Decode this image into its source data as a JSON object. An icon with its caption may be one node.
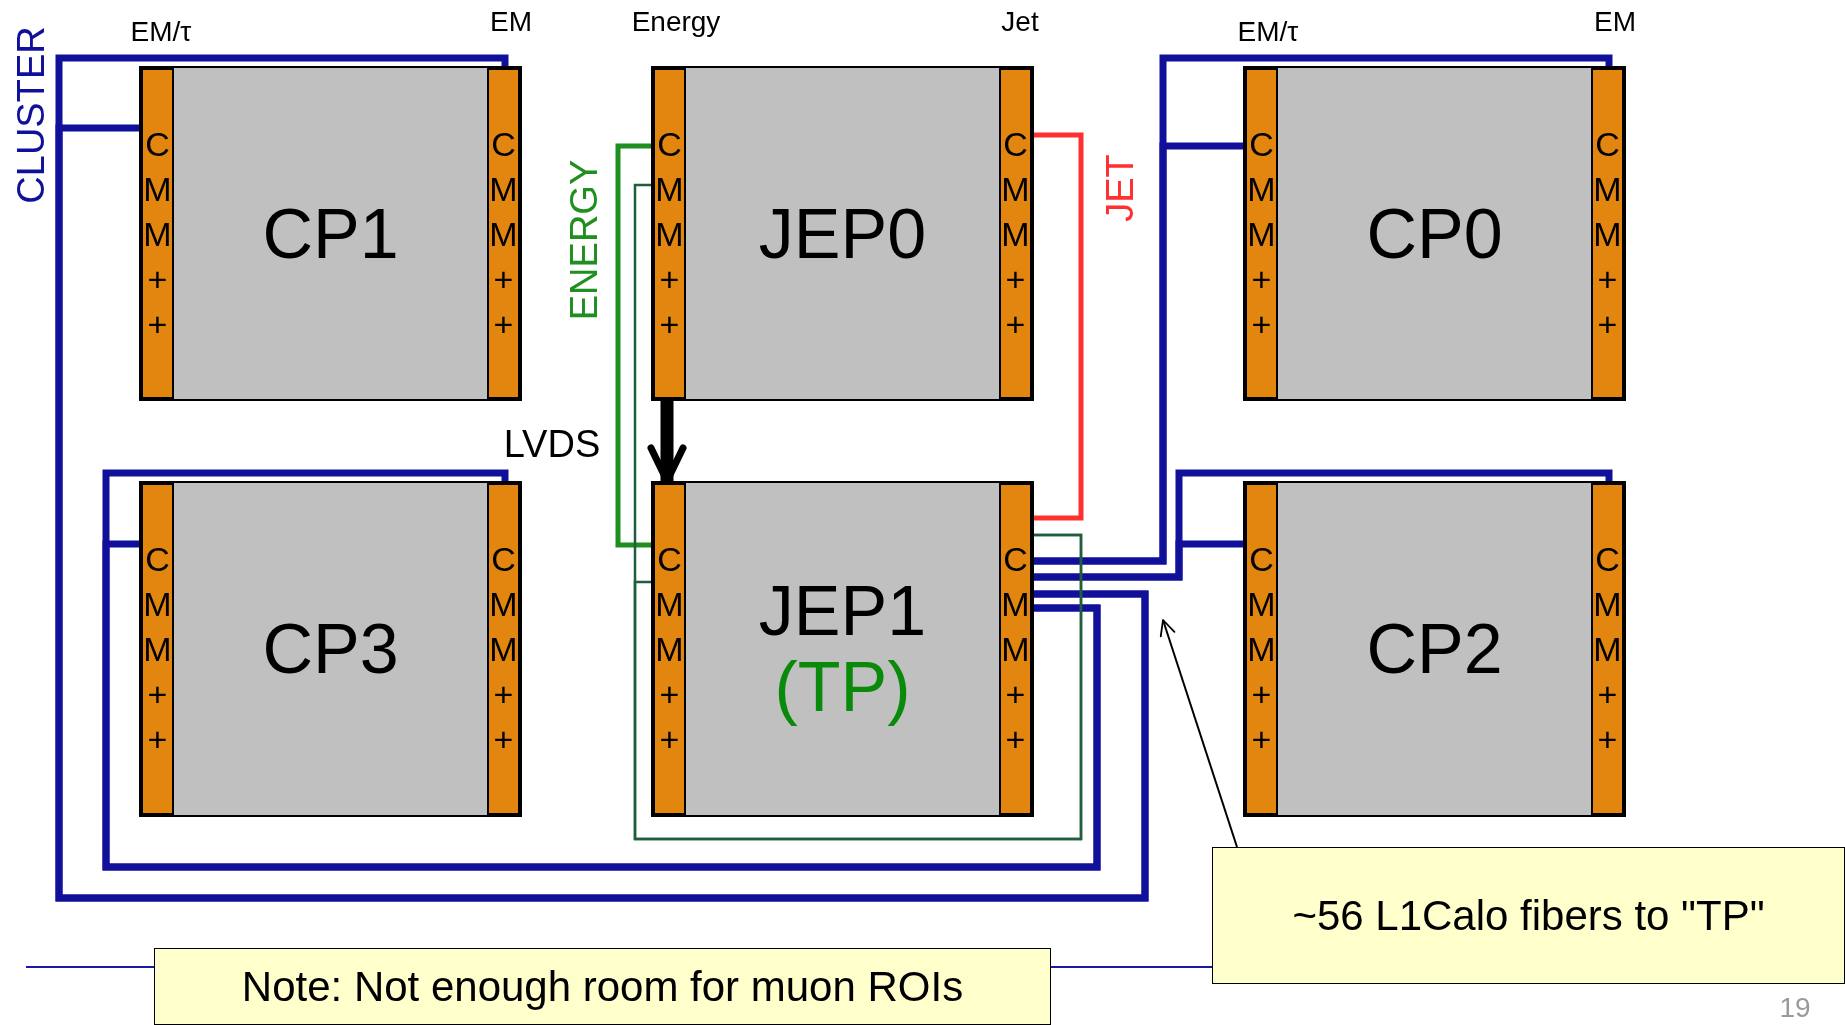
{
  "diagram": {
    "nodes": [
      {
        "text": [
          "CP1"
        ]
      },
      {
        "text": [
          "CMM++"
        ],
        "in": 0,
        "beside": [
          "EM/τ"
        ]
      },
      {
        "text": [
          "CMM++"
        ],
        "in": 0,
        "beside": [
          "EM"
        ]
      },
      {
        "text": [
          "JEP0"
        ]
      },
      {
        "text": [
          "CMM++"
        ],
        "in": 3,
        "beside": [
          "Energy"
        ]
      },
      {
        "text": [
          "CMM++"
        ],
        "in": 3,
        "beside": [
          "Jet"
        ]
      },
      {
        "text": [
          "CP0"
        ]
      },
      {
        "text": [
          "CMM++"
        ],
        "in": 6,
        "beside": [
          "EM/τ"
        ]
      },
      {
        "text": [
          "CMM++"
        ],
        "in": 6,
        "beside": [
          "EM"
        ]
      },
      {
        "text": [
          "CP3"
        ]
      },
      {
        "text": [
          "CMM++"
        ],
        "in": 9
      },
      {
        "text": [
          "CMM++"
        ],
        "in": 9
      },
      {
        "text": [
          "JEP1",
          "(TP)"
        ]
      },
      {
        "text": [
          "CMM++"
        ],
        "in": 12
      },
      {
        "text": [
          "CMM++"
        ],
        "in": 12
      },
      {
        "text": [
          "CP2"
        ]
      },
      {
        "text": [
          "CMM++"
        ],
        "in": 15
      },
      {
        "text": [
          "CMM++"
        ],
        "in": 15
      },
      {
        "text": [
          "~56 L1Calo fibers to \"TP\""
        ]
      },
      {
        "text": [
          "Note: Not enough room for muon ROIs"
        ]
      }
    ],
    "edges": [
      {
        "from": 2,
        "to": 14,
        "arrow": "none"
      },
      {
        "from": 1,
        "to": 14,
        "arrow": "none"
      },
      {
        "from": 8,
        "to": 14,
        "arrow": "none"
      },
      {
        "from": 7,
        "to": 14,
        "arrow": "none"
      },
      {
        "from": 11,
        "to": 14,
        "arrow": "none"
      },
      {
        "from": 10,
        "to": 14,
        "arrow": "none"
      },
      {
        "from": 17,
        "to": 14,
        "arrow": "none"
      },
      {
        "from": 16,
        "to": 14,
        "arrow": "none"
      },
      {
        "from": 4,
        "to": 13,
        "arrow": "none",
        "color": "#1f8f1f"
      },
      {
        "from": 4,
        "to": 14,
        "arrow": "none",
        "color": "#1e5e3a"
      },
      {
        "from": 13,
        "to": 14,
        "arrow": "none",
        "color": "#1e5e3a"
      },
      {
        "from": 5,
        "to": 14,
        "arrow": "none",
        "color": "#ff3030"
      },
      {
        "from": 4,
        "to": 13,
        "arrow": "to",
        "style": "thick",
        "color": "#000000"
      },
      {
        "from": 18,
        "to": null,
        "arrow": "to",
        "color": "#000000"
      }
    ],
    "labels": [
      "CLUSTER",
      "ENERGY",
      "JET",
      "LVDS",
      "19"
    ]
  }
}
